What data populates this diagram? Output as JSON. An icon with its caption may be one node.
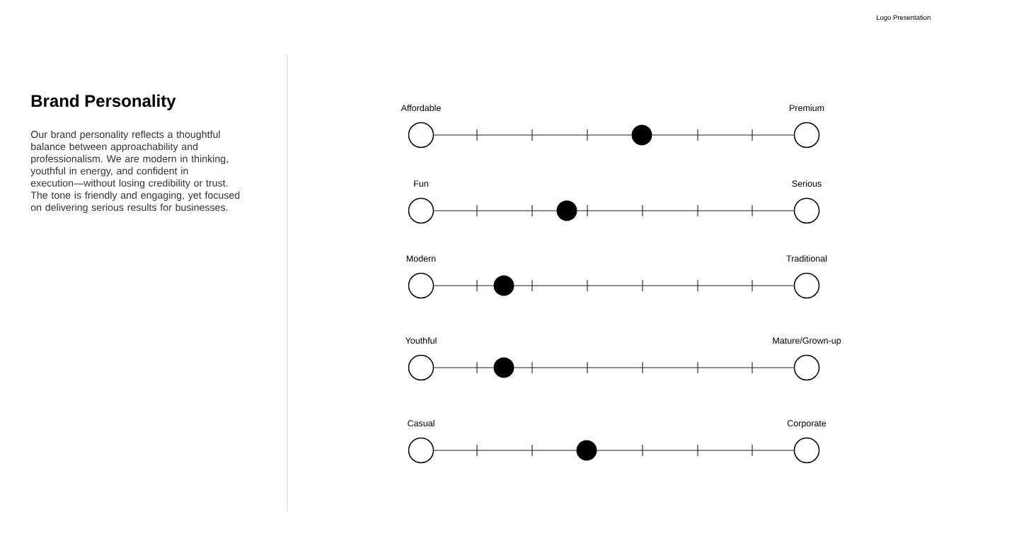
{
  "diagram": {
    "title": "Brand Personality",
    "nodes": [
      {
        "text": [
          "Affordable"
        ]
      },
      {
        "text": [],
        "shape": "circle"
      },
      {
        "text": [
          "Premium"
        ]
      },
      {
        "text": [
          "Fun"
        ]
      },
      {
        "text": [],
        "shape": "circle"
      },
      {
        "text": [
          "Serious"
        ]
      },
      {
        "text": [
          "Modern"
        ]
      },
      {
        "text": [],
        "shape": "circle"
      },
      {
        "text": [
          "Traditional"
        ]
      },
      {
        "text": [
          "Youthful"
        ]
      },
      {
        "text": [],
        "shape": "circle"
      },
      {
        "text": [
          "Mature/Grown-up"
        ]
      },
      {
        "text": [
          "Casual"
        ]
      },
      {
        "text": [],
        "shape": "circle"
      },
      {
        "text": [
          "Corporate"
        ]
      }
    ],
    "edges": [
      {
        "from": 0,
        "to": 1,
        "arrow": "none"
      },
      {
        "from": 1,
        "to": 2,
        "arrow": "none"
      },
      {
        "from": 3,
        "to": 4,
        "arrow": "none"
      },
      {
        "from": 4,
        "to": 5,
        "arrow": "none"
      },
      {
        "from": 6,
        "to": 7,
        "arrow": "none"
      },
      {
        "from": 7,
        "to": 8,
        "arrow": "none"
      },
      {
        "from": 9,
        "to": 10,
        "arrow": "none"
      },
      {
        "from": 10,
        "to": 11,
        "arrow": "none"
      },
      {
        "from": 12,
        "to": 13,
        "arrow": "none"
      },
      {
        "from": 13,
        "to": 14,
        "arrow": "none"
      }
    ],
    "labels": [
      "Logo Presentation",
      "Our brand personality reflects a thoughtful balance between approachability and professionalism. We are modern in thinking, youthful in energy, and confident in execution—without losing credibility or trust. The tone is friendly and engaging, yet focused on delivering serious results for businesses."
    ]
  }
}
